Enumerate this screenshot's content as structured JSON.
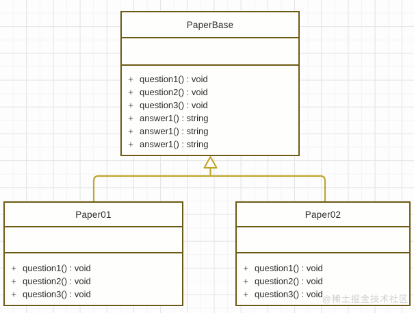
{
  "diagram": {
    "type": "uml-class-diagram",
    "background": {
      "grid": true,
      "grid_color": "#e3e3e3",
      "page_color": "#fdfdfd"
    },
    "stroke_color": "#6b5a14",
    "connector_color": "#bfa62c",
    "classes": [
      {
        "id": "paperbase",
        "name": "PaperBase",
        "attributes": [],
        "operations": [
          {
            "visibility": "+",
            "signature": "question1() : void"
          },
          {
            "visibility": "+",
            "signature": "question2() : void"
          },
          {
            "visibility": "+",
            "signature": "question3() : void"
          },
          {
            "visibility": "+",
            "signature": "answer1() : string"
          },
          {
            "visibility": "+",
            "signature": "answer1() : string"
          },
          {
            "visibility": "+",
            "signature": "answer1() : string"
          }
        ]
      },
      {
        "id": "paper01",
        "name": "Paper01",
        "attributes": [],
        "operations": [
          {
            "visibility": "+",
            "signature": "question1() : void"
          },
          {
            "visibility": "+",
            "signature": "question2() : void"
          },
          {
            "visibility": "+",
            "signature": "question3() : void"
          }
        ]
      },
      {
        "id": "paper02",
        "name": "Paper02",
        "attributes": [],
        "operations": [
          {
            "visibility": "+",
            "signature": "question1() : void"
          },
          {
            "visibility": "+",
            "signature": "question2() : void"
          },
          {
            "visibility": "+",
            "signature": "question3() : void"
          }
        ]
      }
    ],
    "relationships": [
      {
        "kind": "generalization",
        "from": "paper01",
        "to": "paperbase",
        "arrowhead": "hollow-triangle"
      },
      {
        "kind": "generalization",
        "from": "paper02",
        "to": "paperbase",
        "arrowhead": "hollow-triangle"
      }
    ]
  },
  "watermark": {
    "text": "@稀土掘金技术社区"
  }
}
